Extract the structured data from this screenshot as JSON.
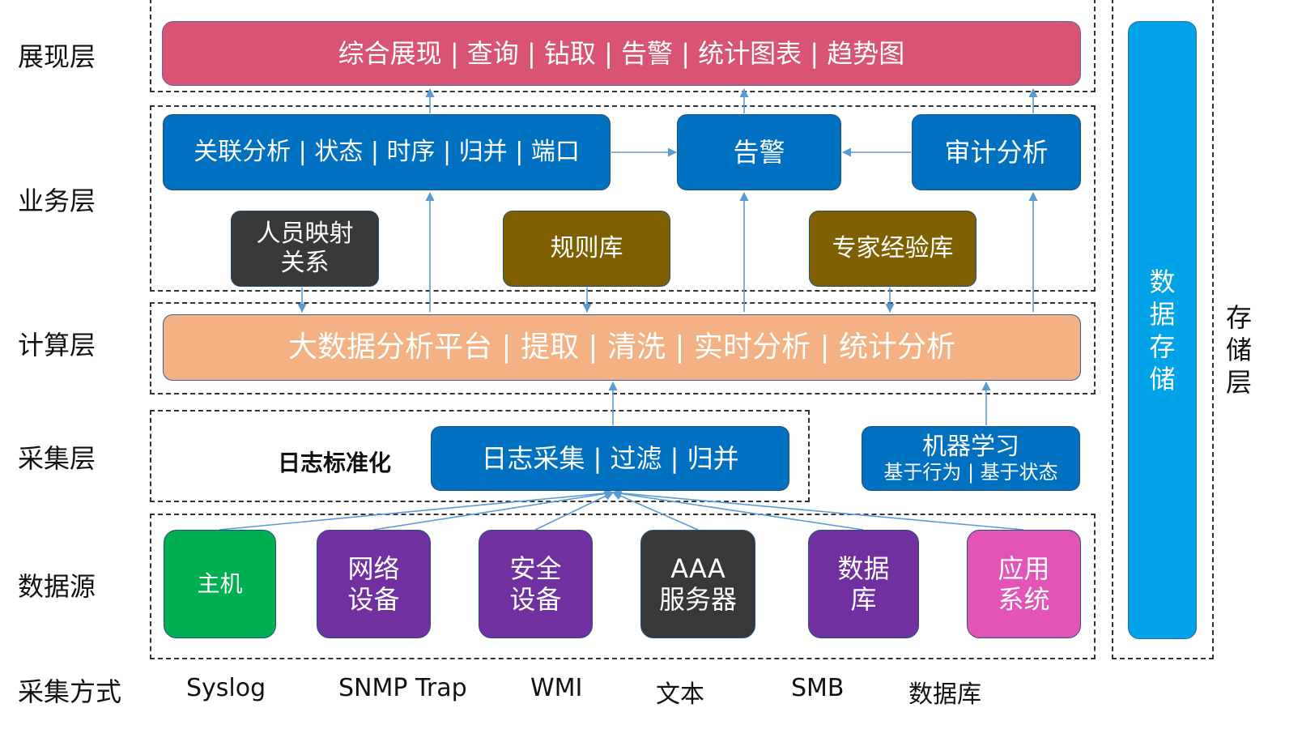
{
  "layers": {
    "presentation": "展现层",
    "business": "业务层",
    "compute": "计算层",
    "collect": "采集层",
    "source": "数据源",
    "method": "采集方式",
    "storage": "存\n储\n层"
  },
  "boxes": {
    "presentation": "综合展现 | 查询 | 钻取 | 告警 | 统计图表 | 趋势图",
    "correlation": "关联分析 | 状态 | 时序 | 归并 | 端口",
    "alert": "告警",
    "audit": "审计分析",
    "person_map": "人员映射\n关系",
    "rule_lib": "规则库",
    "expert_lib": "专家经验库",
    "bigdata": "大数据分析平台 | 提取 | 清洗 | 实时分析 | 统计分析",
    "log_norm": "日志标准化",
    "log_collect": "日志采集 | 过滤 | 归并",
    "ml_title": "机器学习",
    "ml_sub": "基于行为 | 基于状态",
    "storage": "数\n据\n存\n储"
  },
  "sources": {
    "host": "主机",
    "network": "网络\n设备",
    "security": "安全\n设备",
    "aaa": "AAA\n服务器",
    "database": "数据\n库",
    "app": "应用\n系统"
  },
  "methods": [
    "Syslog",
    "SNMP Trap",
    "WMI",
    "文本",
    "SMB",
    "数据库"
  ],
  "colors": {
    "presentation": "#d85472",
    "business_blue": "#0070c0",
    "person_map": "#383838",
    "libraries": "#7f6000",
    "compute": "#f4b183",
    "host": "#00b050",
    "purple": "#7030a0",
    "app": "#e254b6",
    "storage": "#00a2e8",
    "arrow": "#5b9bd5"
  }
}
